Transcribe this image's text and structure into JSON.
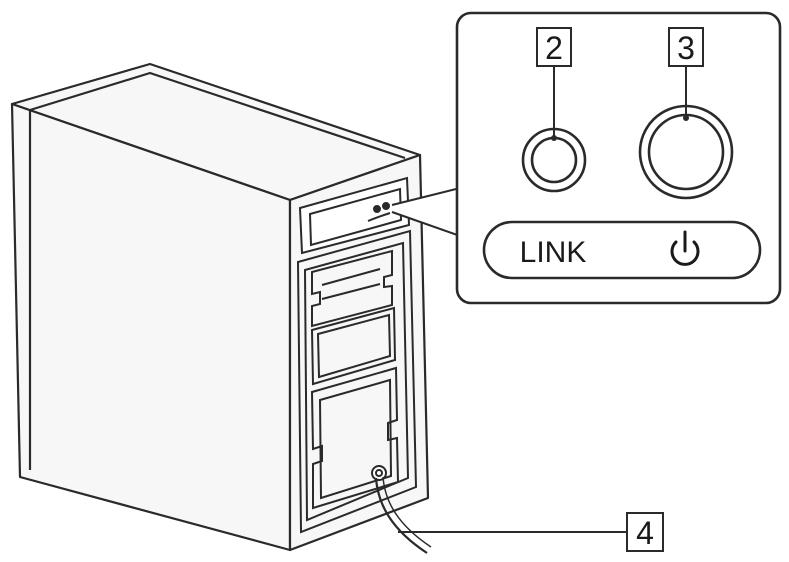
{
  "callouts": {
    "link_button_number": "2",
    "power_button_number": "3",
    "cable_number": "4"
  },
  "panel": {
    "link_label": "LINK",
    "power_symbol_icon": "power-icon"
  },
  "colors": {
    "line": "#2a2a2a",
    "case_fill": "#f6f6f6",
    "background": "#ffffff"
  }
}
